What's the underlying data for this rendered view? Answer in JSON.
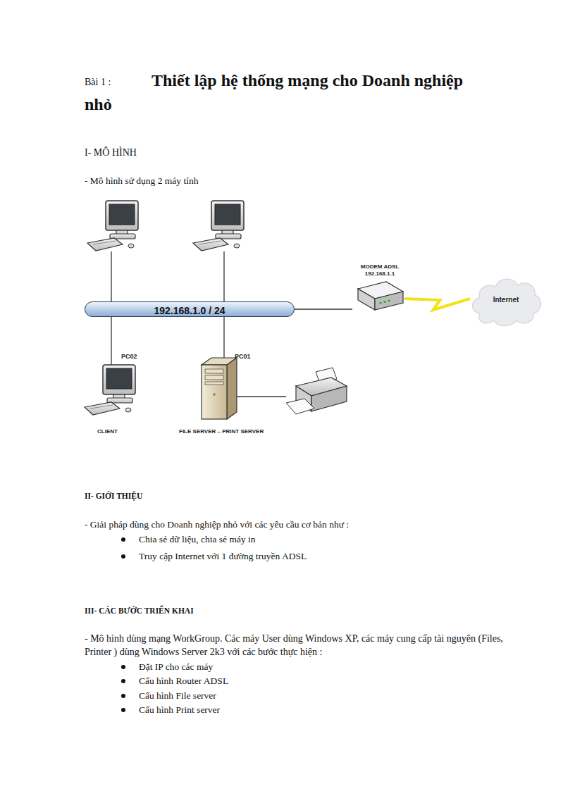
{
  "diagram": {
    "title": "Thiết lập hệ thống mạng cho Doanh nghiệp nhỏ",
    "nodes": [
      {
        "text": [
          "192.168.1.0 / 24"
        ]
      },
      {
        "text": [
          "MODEM ADSL 192.168.1.1"
        ]
      },
      {
        "text": [
          "Internet"
        ]
      },
      {
        "text": [
          "PC02",
          "CLIENT"
        ]
      },
      {
        "text": [
          "PC01",
          "FILE SERVER – PRINT SERVER"
        ]
      }
    ],
    "edges": [
      {
        "from": 0,
        "to": 1,
        "arrow": "none"
      },
      {
        "from": 1,
        "to": 2,
        "arrow": "none"
      },
      {
        "from": 3,
        "to": 0,
        "arrow": "none"
      },
      {
        "from": 4,
        "to": 0,
        "arrow": "none"
      }
    ],
    "labels": [
      "Bài 1 :",
      "I- MÔ HÌNH",
      "- Mô hình sử dụng 2 máy tính",
      "II- GIỚI THIỆU",
      "- Giải pháp dùng cho Doanh nghiệp nhỏ với các yêu cầu cơ bản như :",
      "Chia sẻ dữ liệu, chia sẻ máy in",
      "Truy cập Internet với 1 đường truyền ADSL",
      "III- CÁC BƯỚC TRIỂN KHAI",
      "- Mô hình dùng mạng WorkGroup. Các máy User dùng Windows XP, các máy cung cấp tài nguyên (Files, Printer ) dùng Windows Server 2k3 với các bước thực hiện :",
      "Đặt IP cho các máy",
      "Cấu hình Router ADSL",
      "Cấu hình File server",
      "Cấu hình Print server"
    ]
  }
}
